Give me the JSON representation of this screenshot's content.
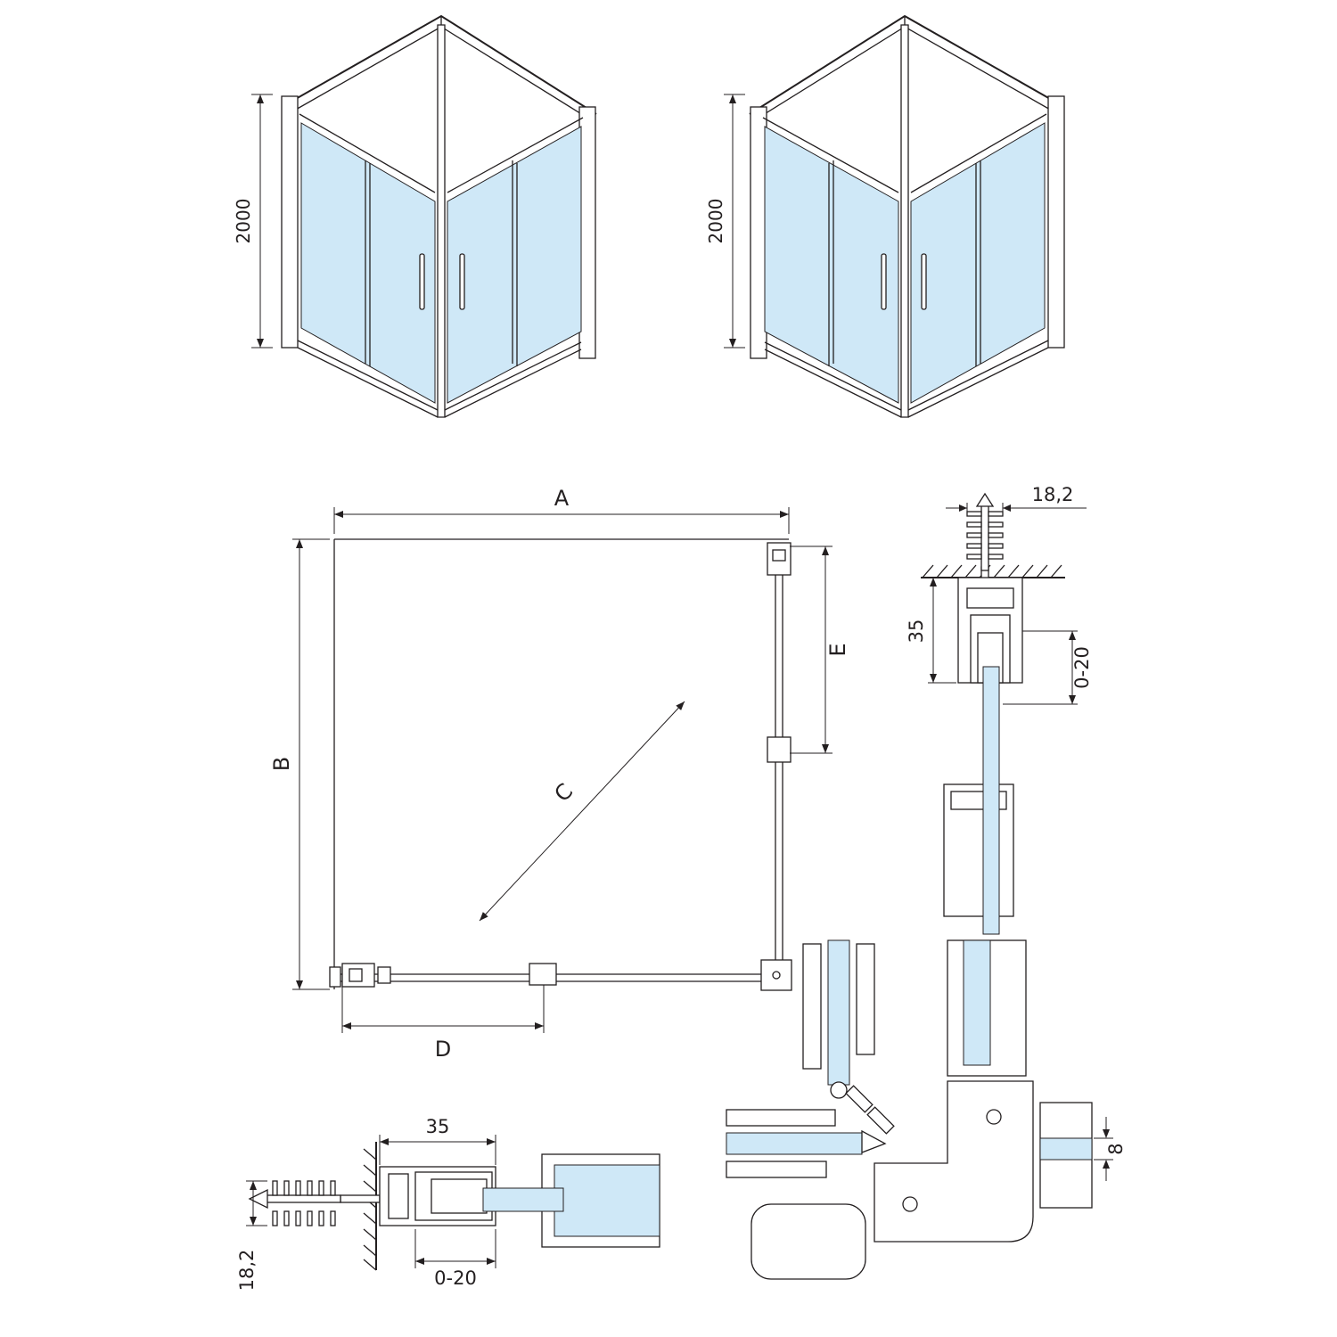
{
  "page": {
    "background": "#ffffff",
    "line_color": "#231f20",
    "glass_color": "#cfe8f7"
  },
  "iso_left": {
    "height_dim": "2000"
  },
  "iso_right": {
    "height_dim": "2000"
  },
  "plan": {
    "dim_a": "A",
    "dim_b": "B",
    "dim_c": "C",
    "dim_d": "D",
    "dim_e": "E"
  },
  "detail_right": {
    "dim_width": "18,2",
    "dim_profile_depth": "35",
    "dim_adjust": "0-20"
  },
  "detail_bottom": {
    "dim_profile_depth": "35",
    "dim_adjust": "0-20",
    "dim_width": "18,2"
  },
  "corner_detail": {
    "dim_glass_thickness": "8"
  }
}
